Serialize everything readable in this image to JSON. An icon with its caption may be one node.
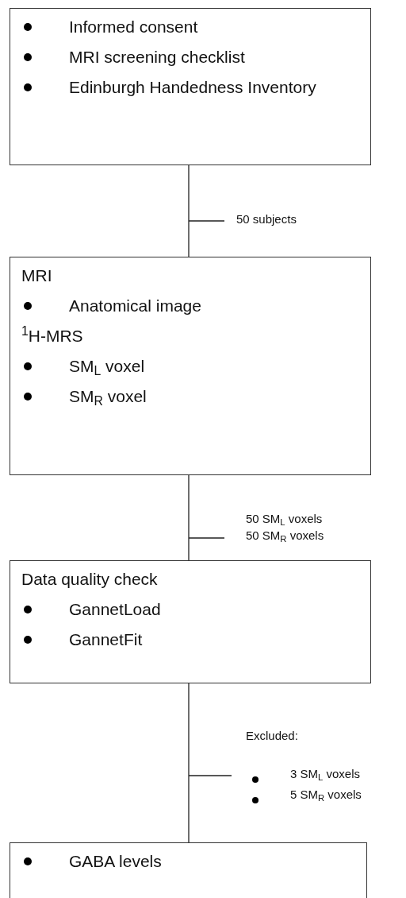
{
  "diagram": {
    "nodes": [
      {
        "text": [
          "Informed consent",
          "MRI screening checklist",
          "Edinburgh Handedness Inventory"
        ]
      },
      {
        "text": [
          "MRI",
          "Anatomical image",
          "$^{1}$H-MRS",
          "SM$_{L}$ voxel",
          "SM$_{R}$ voxel"
        ]
      },
      {
        "text": [
          "Data quality check",
          "GannetLoad",
          "GannetFit"
        ]
      },
      {
        "text": [
          "GABA levels"
        ]
      }
    ],
    "edges": [
      {
        "from": 0,
        "to": 1,
        "arrow": "none",
        "label": "50 subjects"
      },
      {
        "from": 1,
        "to": 2,
        "arrow": "none",
        "label": "50 SM$_{L}$ voxels"
      },
      {
        "from": 2,
        "to": 3,
        "arrow": "none",
        "label": "Excluded:"
      }
    ],
    "labels": [
      "50 SM$_{R}$ voxels",
      "3 SM$_{L}$ voxels",
      "5 SM$_{R}$ voxels"
    ]
  }
}
